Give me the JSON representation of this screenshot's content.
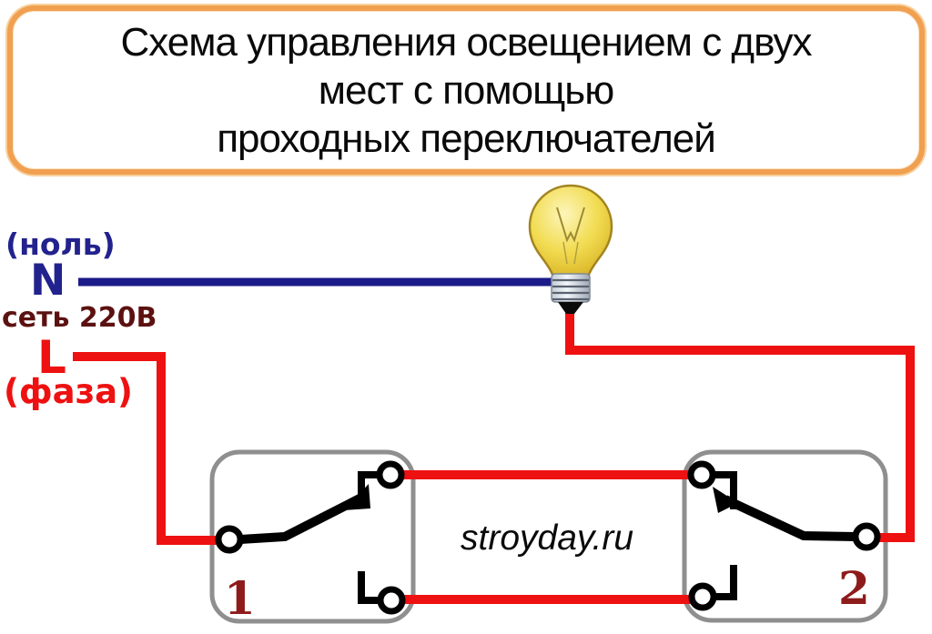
{
  "title": {
    "lines": [
      "Схема управления освещением с двух",
      "мест с помощью",
      "проходных переключателей"
    ]
  },
  "power_labels": {
    "neutral_name": "(ноль)",
    "neutral_letter": "N",
    "mains": "сеть 220В",
    "phase_letter": "L",
    "phase_name": "(фаза)"
  },
  "switches": [
    {
      "label": "1"
    },
    {
      "label": "2"
    }
  ],
  "watermark": "stroyday.ru",
  "diagram": {
    "type": "wiring-schematic",
    "description": "Light controlled from two places using two pass-through (two-way) switches",
    "components": [
      "incandescent-lamp",
      "two-way-switch-1",
      "two-way-switch-2"
    ],
    "connections": [
      "N (neutral, blue wire) → lamp base",
      "lamp → red wire → common terminal of switch 2",
      "L (phase, red wire) → common terminal of switch 1",
      "switch 1 top terminal ↔ switch 2 top terminal (red wire)",
      "switch 1 bottom terminal ↔ switch 2 bottom terminal (red wire)"
    ]
  },
  "colors": {
    "phase_wire": "#ee1111",
    "neutral_wire": "#1b1b8a",
    "title_border": "#f0a050",
    "switch_box_border": "#8f8f8f",
    "switch_number": "#8e1b1b",
    "mains_label": "#5c1111",
    "bulb_glass": "#eccd3a",
    "text": "#0a0a0a"
  }
}
